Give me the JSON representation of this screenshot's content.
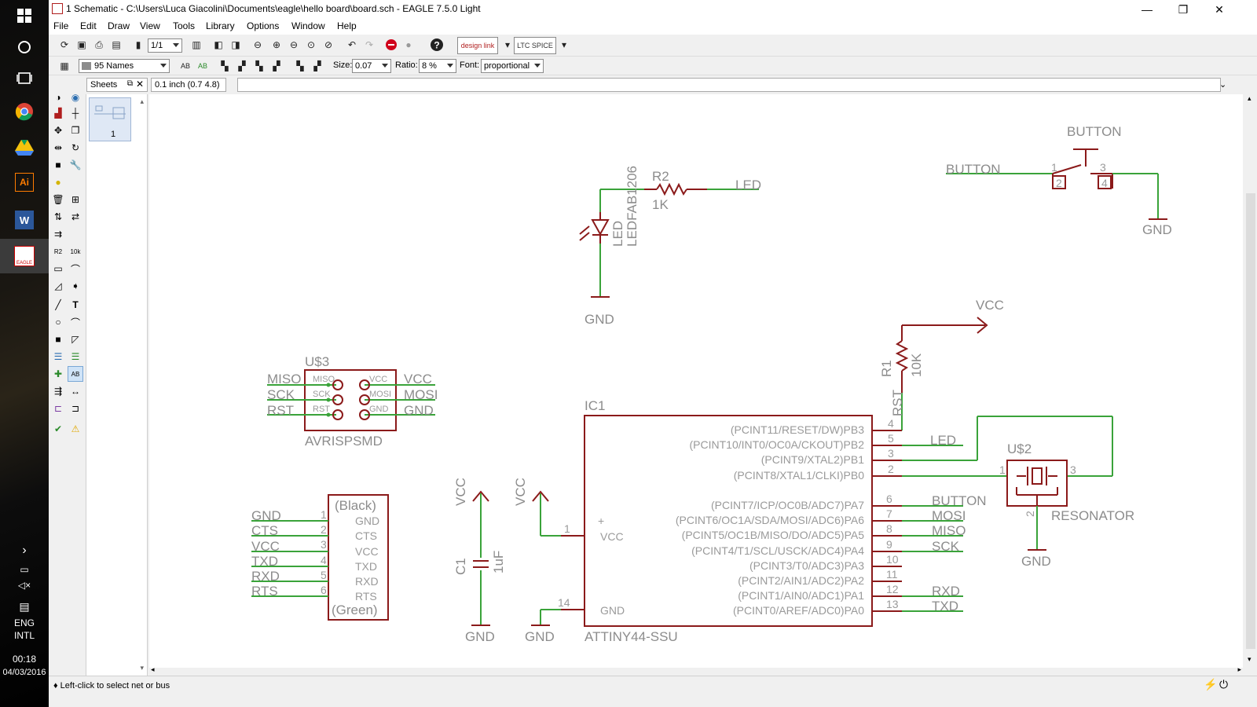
{
  "taskbar": {
    "apps": [
      "windows-start-icon",
      "cortana-icon",
      "task-view-icon",
      "chrome-icon",
      "drive-icon",
      "illustrator-icon",
      "word-icon",
      "eagle-icon"
    ],
    "illustrator_label": "Ai",
    "word_label": "W",
    "eagle_label": "EAGLE",
    "language": "ENG",
    "language_variant": "INTL",
    "time": "00:18",
    "date": "04/03/2016"
  },
  "window": {
    "title": "1 Schematic - C:\\Users\\Luca Giacolini\\Documents\\eagle\\hello board\\board.sch - EAGLE 7.5.0 Light",
    "minimize": "—",
    "maximize": "❐",
    "close": "✕"
  },
  "menu": [
    "File",
    "Edit",
    "Draw",
    "View",
    "Tools",
    "Library",
    "Options",
    "Window",
    "Help"
  ],
  "toolbar1": {
    "sheet_select": "1/1",
    "design_link": "design link",
    "ltc_spice": "LTC SPICE"
  },
  "toolbar2": {
    "layer": "95 Names",
    "size_label": "Size:",
    "size_value": "0.07",
    "ratio_label": "Ratio:",
    "ratio_value": "8 %",
    "font_label": "Font:",
    "font_value": "proportional"
  },
  "cmdrow": {
    "sheets_tab": "Sheets",
    "coordinate": "0.1 inch (0.7 4.8)",
    "command": ""
  },
  "sheets_panel": {
    "sheet_number": "1"
  },
  "status": {
    "message": "Left-click to select net or bus"
  },
  "schematic": {
    "r2": {
      "name": "R2",
      "value": "1K",
      "net": "LED"
    },
    "led": {
      "name": "LED",
      "package": "LEDFAB1206",
      "gnd": "GND"
    },
    "button": {
      "name": "BUTTON",
      "net": "BUTTON",
      "pins": [
        "1",
        "2",
        "3",
        "4"
      ],
      "gnd": "GND"
    },
    "vcc_r1": "VCC",
    "r1": {
      "name": "R1",
      "value": "10K",
      "net": "RST"
    },
    "u3": {
      "name": "U$3",
      "value": "AVRISPSMD",
      "left_nets": [
        "MISO",
        "SCK",
        "RST"
      ],
      "left_pins": [
        "MISO",
        "SCK",
        "RST"
      ],
      "right_pins": [
        "VCC",
        "MOSI",
        "GND"
      ],
      "right_nets": [
        "VCC",
        "MOSI",
        "GND"
      ]
    },
    "ic1": {
      "name": "IC1",
      "value": "ATTINY44-SSU",
      "vcc_pin": "VCC",
      "gnd_pin": "GND",
      "vcc_num": "1",
      "gnd_num": "14",
      "pins_b": [
        {
          "label": "(PCINT11/RESET/DW)PB3",
          "num": "4",
          "net": ""
        },
        {
          "label": "(PCINT10/INT0/OC0A/CKOUT)PB2",
          "num": "5",
          "net": "LED"
        },
        {
          "label": "(PCINT9/XTAL2)PB1",
          "num": "3",
          "net": ""
        },
        {
          "label": "(PCINT8/XTAL1/CLKI)PB0",
          "num": "2",
          "net": ""
        }
      ],
      "pins_a": [
        {
          "label": "(PCINT7/ICP/OC0B/ADC7)PA7",
          "num": "6",
          "net": "BUTTON"
        },
        {
          "label": "(PCINT6/OC1A/SDA/MOSI/ADC6)PA6",
          "num": "7",
          "net": "MOSI"
        },
        {
          "label": "(PCINT5/OC1B/MISO/DO/ADC5)PA5",
          "num": "8",
          "net": "MISO"
        },
        {
          "label": "(PCINT4/T1/SCL/USCK/ADC4)PA4",
          "num": "9",
          "net": "SCK"
        },
        {
          "label": "(PCINT3/T0/ADC3)PA3",
          "num": "10",
          "net": ""
        },
        {
          "label": "(PCINT2/AIN1/ADC2)PA2",
          "num": "11",
          "net": ""
        },
        {
          "label": "(PCINT1/AIN0/ADC1)PA1",
          "num": "12",
          "net": "RXD"
        },
        {
          "label": "(PCINT0/AREF/ADC0)PA0",
          "num": "13",
          "net": "TXD"
        }
      ]
    },
    "u2": {
      "name": "U$2",
      "value": "RESONATOR",
      "pins": [
        "1",
        "2",
        "3"
      ],
      "gnd": "GND"
    },
    "ftdi": {
      "top": "(Black)",
      "bottom": "(Green)",
      "nets": [
        "GND",
        "CTS",
        "VCC",
        "TXD",
        "RXD",
        "RTS"
      ],
      "pins": [
        "GND",
        "CTS",
        "VCC",
        "TXD",
        "RXD",
        "RTS"
      ],
      "nums": [
        "1",
        "2",
        "3",
        "4",
        "5",
        "6"
      ]
    },
    "c1": {
      "name": "C1",
      "value": "1uF",
      "vcc": "VCC",
      "gnd": "GND"
    },
    "vcc_ic": "VCC",
    "gnd_ic": "GND",
    "plus_sign": "+"
  }
}
